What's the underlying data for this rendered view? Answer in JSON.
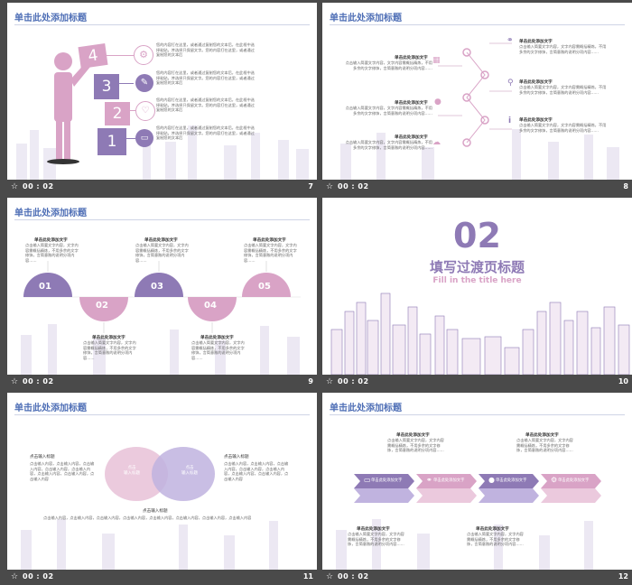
{
  "slides": [
    {
      "number": "7",
      "time": "00 : 02",
      "title": "单击此处添加标题",
      "boxes": [
        "4",
        "3",
        "2",
        "1"
      ],
      "texts": [
        "您的内容打在这里，或者通过复制您的文本后，在此框中选择粘贴，并选择只保留文字。您的内容打在这里，或者通过复制您的文本后",
        "您的内容打在这里，或者通过复制您的文本后，在此框中选择粘贴，并选择只保留文字。您的内容打在这里，或者通过复制您的文本后",
        "您的内容打在这里，或者通过复制您的文本后，在此框中选择粘贴，并选择只保留文字。您的内容打在这里，或者通过复制您的文本后",
        "您的内容打在这里，或者通过复制您的文本后，在此框中选择粘贴，并选择只保留文字。您的内容打在这里，或者通过复制您的文本后"
      ]
    },
    {
      "number": "8",
      "time": "00 : 02",
      "title": "单击此处添加标题",
      "item_title": "单击此处添加文字",
      "item_text": "点击输入简要文字内容，文字内容需概括精炼，不用多余的文字修饰，言简意赅的说明分项内容……"
    },
    {
      "number": "9",
      "time": "00 : 02",
      "title": "单击此处添加标题",
      "labels": [
        "01",
        "02",
        "03",
        "04",
        "05"
      ],
      "item_title": "单击此处添加文字",
      "item_text": "点击输入简要文字内容，文字内容需概括精炼，不用多余的文字修饰，言简意赅的说明分项内容……"
    },
    {
      "number": "10",
      "time": "00 : 02",
      "big_num": "02",
      "cn_title": "填写过渡页标题",
      "en_title": "Fill in the title here"
    },
    {
      "number": "11",
      "time": "00 : 02",
      "title": "单击此处添加标题",
      "label": "点击输入标题",
      "left_circle": "点击\n输入标题",
      "right_circle": "点击\n输入标题",
      "body": "点击输入内容，点击输入内容，点击输入内容，点击输入内容，点击输入内容，点击输入内容，点击输入内容，点击输入内容"
    },
    {
      "number": "12",
      "time": "00 : 02",
      "title": "单击此处添加标题",
      "arrow_label": "单击此处添加文字",
      "item_title": "单击此处添加文字",
      "item_text": "点击输入简要文字内容，文字内容需概括精炼，不用多余的文字修饰，言简意赅的说明分项内容……"
    }
  ],
  "colors": {
    "title_blue": "#4f6fb6",
    "purple": "#8e7ab5",
    "pink": "#d9a3c6",
    "lavender": "#b6a9d6"
  }
}
